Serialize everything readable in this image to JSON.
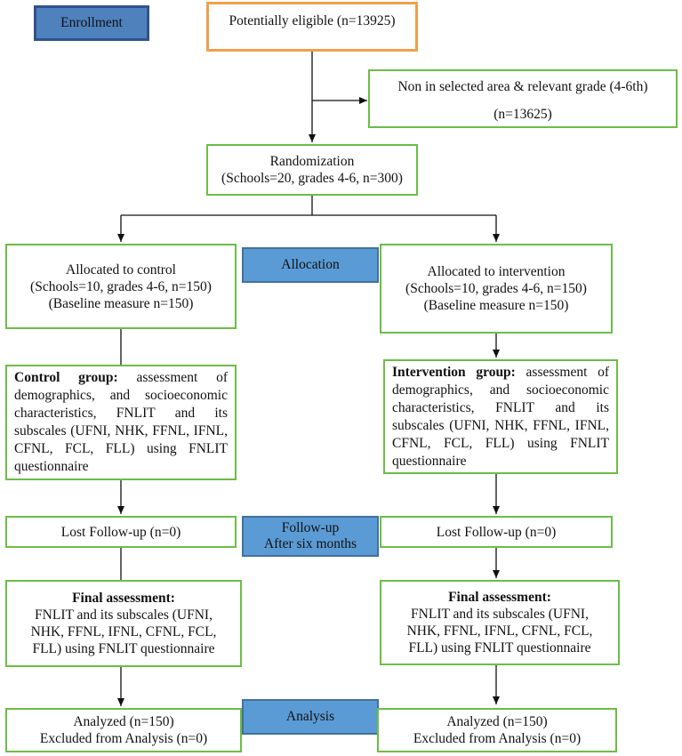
{
  "stages": {
    "enrollment": "Enrollment",
    "allocation": "Allocation",
    "followup_line1": "Follow-up",
    "followup_line2": "After six months",
    "analysis": "Analysis"
  },
  "top": {
    "eligible": "Potentially eligible (n=13925)",
    "excluded_line1": "Non in selected area & relevant grade (4-6th)",
    "excluded_line2": "(n=13625)",
    "randomization_line1": "Randomization",
    "randomization_line2": "(Schools=20, grades 4-6, n=300)"
  },
  "control": {
    "allocated_line1": "Allocated to control",
    "allocated_line2": "(Schools=10, grades 4-6, n=150)",
    "allocated_line3": "(Baseline measure n=150)",
    "group_title": "Control group:",
    "group_text": "assessment of demographics, and socioeconomic characteristics, FNLIT and its subscales (UFNI, NHK, FFNL, IFNL, CFNL, FCL, FLL) using FNLIT questionnaire",
    "lost": "Lost Follow-up (n=0)",
    "final_title": "Final assessment:",
    "final_line1": "FNLIT and its subscales (UFNI,",
    "final_line2": "NHK, FFNL, IFNL, CFNL, FCL,",
    "final_line3": "FLL) using FNLIT questionnaire",
    "analyzed": "Analyzed (n=150)",
    "excluded": "Excluded from Analysis (n=0)"
  },
  "intervention": {
    "allocated_line1": "Allocated to intervention",
    "allocated_line2": "(Schools=10, grades 4-6, n=150)",
    "allocated_line3": "(Baseline measure n=150)",
    "group_title": "Intervention group:",
    "group_text": "assessment of demographics, and socioeconomic characteristics, FNLIT and its subscales (UFNI, NHK, FFNL, IFNL, CFNL, FCL, FLL) using FNLIT questionnaire",
    "lost": "Lost Follow-up (n=0)",
    "final_title": "Final assessment:",
    "final_line1": "FNLIT and its subscales (UFNI,",
    "final_line2": "NHK, FFNL, IFNL, CFNL, FCL,",
    "final_line3": "FLL) using FNLIT questionnaire",
    "analyzed": "Analyzed (n=150)",
    "excluded": "Excluded from Analysis (n=0)"
  },
  "colors": {
    "box_border": "#6cbd45",
    "eligible_border": "#f0a04b",
    "stage_fill": "#5b9bd5",
    "enroll_fill": "#4f81bd"
  }
}
